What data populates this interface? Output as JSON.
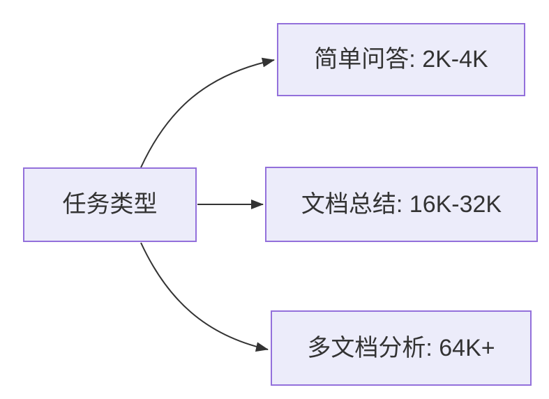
{
  "diagram": {
    "root": {
      "label": "任务类型"
    },
    "branches": [
      {
        "label": "简单问答: 2K-4K"
      },
      {
        "label": "文档总结: 16K-32K"
      },
      {
        "label": "多文档分析: 64K+"
      }
    ],
    "colors": {
      "background": "#FFFFFF",
      "node_fill": "#ECECFA",
      "node_border": "#9370DB",
      "edge": "#333333",
      "text": "#333333"
    }
  }
}
